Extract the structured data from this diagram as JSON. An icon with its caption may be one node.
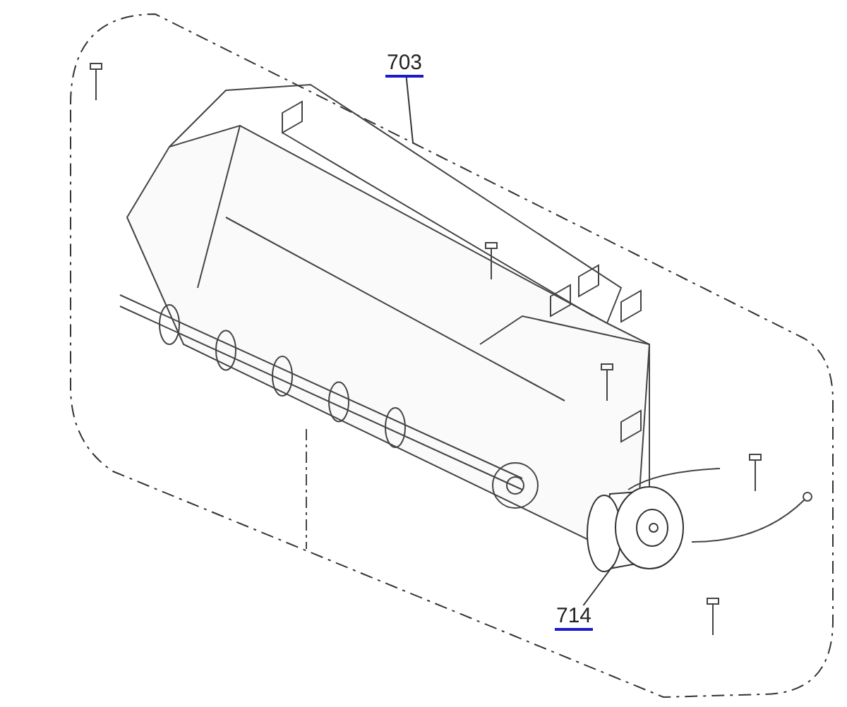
{
  "diagram": {
    "nodes": [
      {
        "text": [
          "703"
        ]
      },
      {
        "text": [],
        "shape": "box"
      },
      {
        "text": [
          "714"
        ],
        "in": 1
      },
      {
        "text": [],
        "shape": "picture",
        "in": 1
      }
    ],
    "edges": [
      {
        "from": 0,
        "to": 1,
        "arrow": "none"
      },
      {
        "from": 2,
        "to": 3,
        "arrow": "none"
      }
    ]
  }
}
